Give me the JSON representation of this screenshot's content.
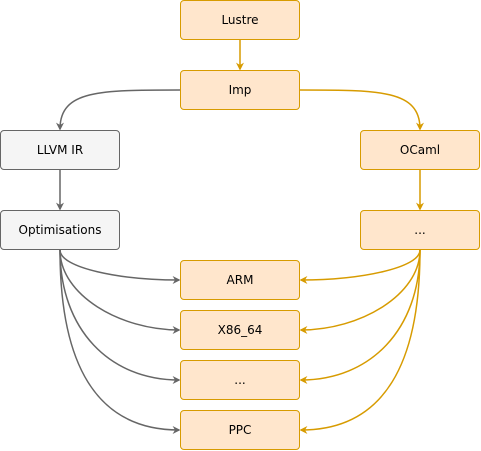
{
  "diagram": {
    "nodes": {
      "lustre": "Lustre",
      "imp": "Imp",
      "llvm_ir": "LLVM IR",
      "optimisations": "Optimisations",
      "ocaml": "OCaml",
      "ocaml_dots": "...",
      "arm": "ARM",
      "x86_64": "X86_64",
      "target_dots": "...",
      "ppc": "PPC"
    },
    "colors": {
      "orange_fill": "#ffe6cc",
      "orange_stroke": "#d79b00",
      "gray_fill": "#f5f5f5",
      "gray_stroke": "#666666"
    }
  }
}
